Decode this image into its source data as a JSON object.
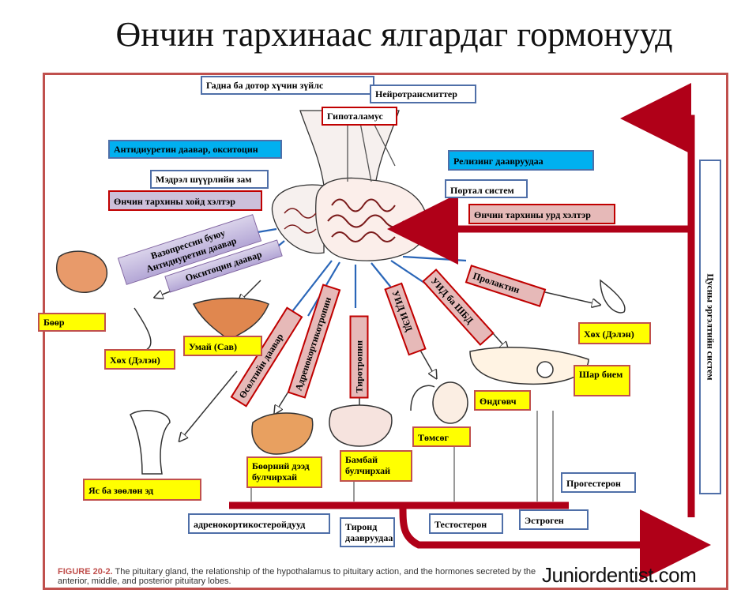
{
  "title": "Өнчин тархинаас ялгардаг гормонууд",
  "labels": {
    "outer_inner": "Гадна ба дотор хүчин зүйлс",
    "neurotransmitters": "Нейротрансмиттер",
    "hypothalamus": "Гипоталамус",
    "antidiuretic_oxytocin": "Антидиуретин даавар, окситоцин",
    "releasing": "Релизинг даавруудаа",
    "nerve_path": "Мэдрэл шүүрлийн зам",
    "portal": "Портал систем",
    "posterior": "Өнчин тархины хойд хэлтэр",
    "anterior": "Өнчин тархины урд хэлтэр",
    "vasopressin": "Вазопрессин буюу Антидиуретин даавар",
    "oxytocin": "Окситоцин даавар",
    "prolactin": "Пролактин",
    "lh_fsh": "УИД ба ШБД",
    "lh_ich": "УИД ИЭД",
    "thyrotropin": "Тиротропин",
    "acth": "Адренокортикотропин",
    "growth": "Өсөлтийн даавар",
    "kidney": "Бөөр",
    "breast_left": "Хөх (Дэлэн)",
    "uterus": "Умай (Сав)",
    "breast_right": "Хөх (Дэлэн)",
    "corpus_luteum": "Шар бием",
    "ovary": "Өндгөвч",
    "testis": "Төмсөг",
    "thyroid": "Бамбай булчирхай",
    "adrenal": "Бөөрний дээд булчирхай",
    "bone": "Яс ба зөөлөн эд",
    "progesterone": "Прогестерон",
    "adrenocorticosteroids": "адренокортикостеройдууд",
    "thyroid_hormones": "Тиронд даавруудаа",
    "testosterone": "Тестостерон",
    "estrogen": "Эстроген",
    "feedback": "Цусны эргэлтийн систем"
  },
  "caption": {
    "fig": "FIGURE 20-2.",
    "text": " The pituitary gland, the relationship of the hypothalamus to pituitary action, and the hormones secreted by the anterior, middle, and posterior pituitary lobes."
  },
  "watermark": "Juniordentist.com",
  "colors": {
    "arrow_red": "#b00018",
    "box_blue_border": "#4f6fa8",
    "yellow": "#ffff00"
  }
}
